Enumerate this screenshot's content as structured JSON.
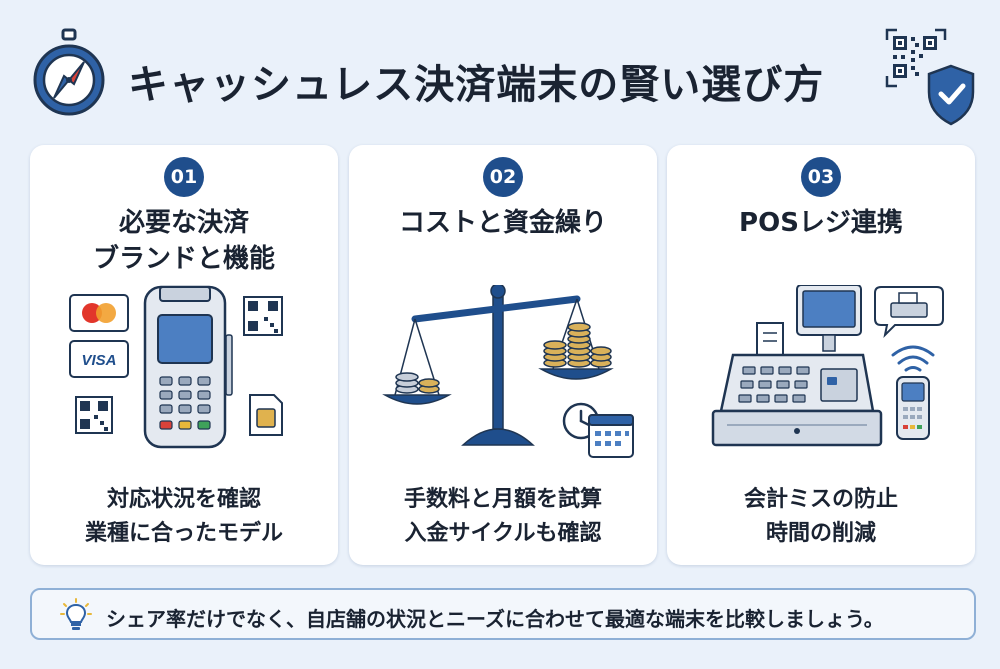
{
  "header": {
    "title": "キャッシュレス決済端末の賢い選び方",
    "left_icon": "compass-icon",
    "right_icon": "qr-code-shield-check-icon"
  },
  "cards": [
    {
      "number": "01",
      "title_lines": [
        "必要な決済",
        "ブランドと機能"
      ],
      "illustration": "payment-terminal-icon",
      "brands": [
        "VISA"
      ],
      "desc_lines": [
        "対応状況を確認",
        "業種に合ったモデル"
      ]
    },
    {
      "number": "02",
      "title_lines": [
        "コストと資金繰り"
      ],
      "illustration": "balance-scale-coins-icon",
      "desc_lines": [
        "手数料と月額を試算",
        "入金サイクルも確認"
      ]
    },
    {
      "number": "03",
      "title_lines": [
        "POSレジ連携"
      ],
      "illustration": "pos-register-icon",
      "desc_lines": [
        "会計ミスの防止",
        "時間の削減"
      ]
    }
  ],
  "tip": {
    "icon": "light-bulb-icon",
    "text": "シェア率だけでなく、自店舗の状況とニーズに合わせて最適な端末を比較しましょう。"
  },
  "colors": {
    "background": "#eaf1fa",
    "accent": "#1f4e8c",
    "card": "#ffffff",
    "gold": "#d9b15a",
    "border": "#8fb0d6"
  }
}
